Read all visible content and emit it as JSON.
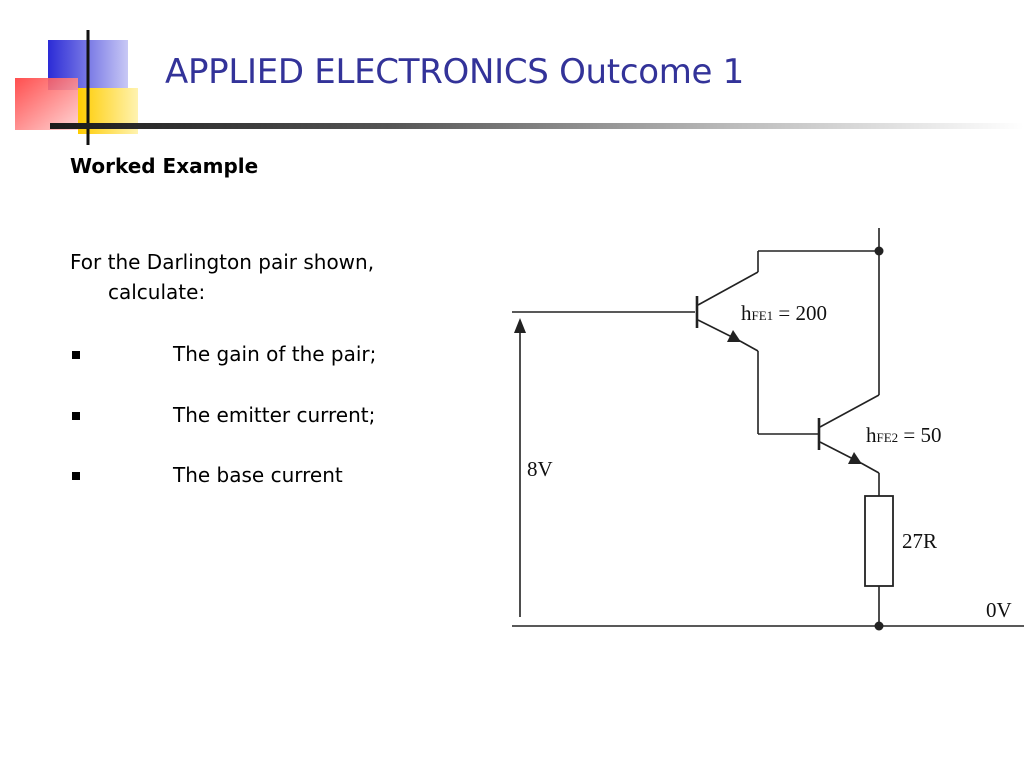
{
  "slide": {
    "title": "APPLIED ELECTRONICS Outcome 1",
    "subtitle": "Worked Example",
    "intro_line1": "For the Darlington pair shown,",
    "intro_line2": "calculate:",
    "bullets": [
      "The gain of the pair;",
      "The emitter current;",
      "The base current"
    ]
  },
  "circuit": {
    "hfe1_prefix": "h",
    "hfe1_sub": "FE1",
    "hfe1_value": " = 200",
    "hfe2_prefix": "h",
    "hfe2_sub": "FE2",
    "hfe2_value": " = 50",
    "voltage": "8V",
    "resistor": "27R",
    "ground": "0V"
  },
  "colors": {
    "title": "#333399",
    "logo_blue": "#3333cc",
    "logo_red": "#ff3333",
    "logo_yellow": "#ffcc00"
  }
}
